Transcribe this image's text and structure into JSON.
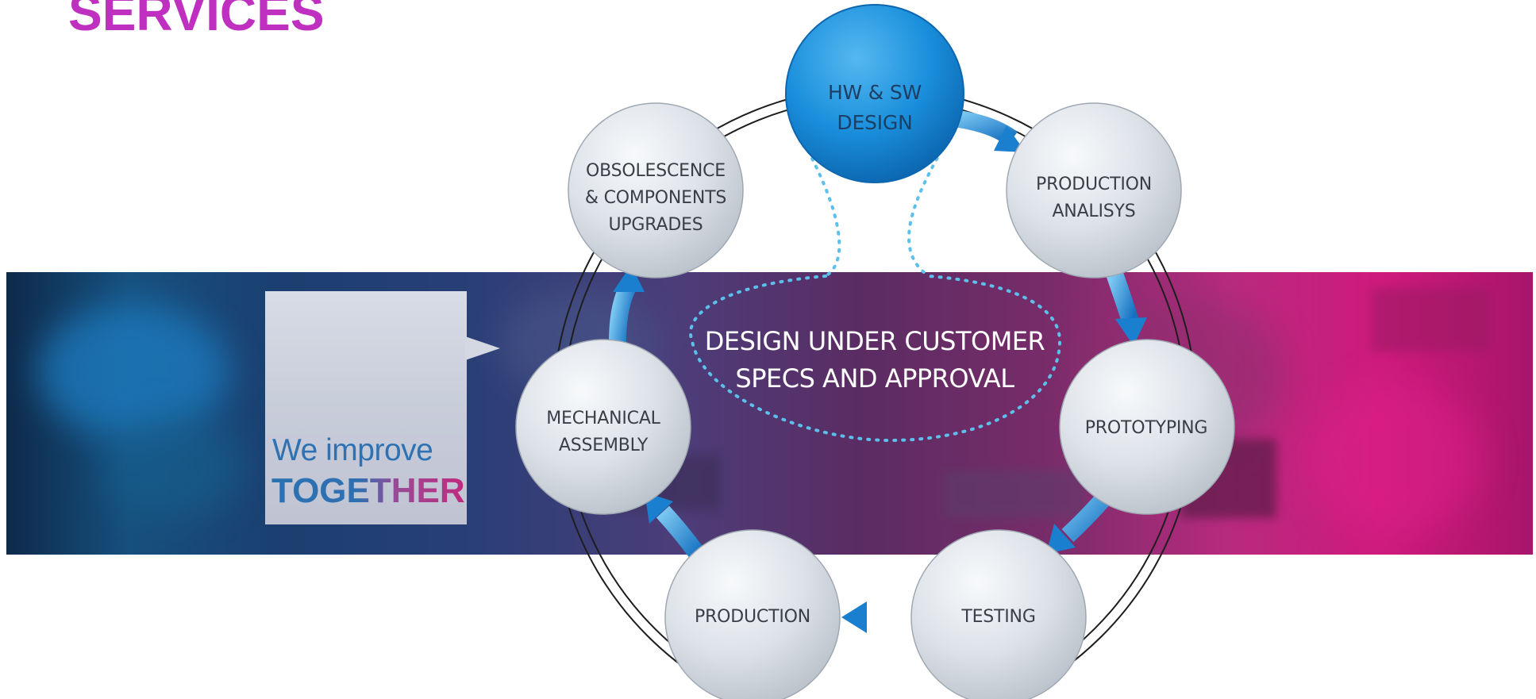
{
  "page": {
    "title": "SERVICES",
    "title_color": "#c030c0"
  },
  "tagline": {
    "line1": "We improve",
    "line2": "TOGETHER",
    "line1_color": "#2f72b3"
  },
  "diagram": {
    "type": "cycle",
    "center": "DESIGN UNDER CUSTOMER\nSPECS AND APPROVAL",
    "nodes": [
      {
        "id": "hw-sw-design",
        "label": "HW & SW\nDESIGN",
        "highlight": true
      },
      {
        "id": "production-analisys",
        "label": "PRODUCTION\nANALISYS"
      },
      {
        "id": "prototyping",
        "label": "PROTOTYPING"
      },
      {
        "id": "testing",
        "label": "TESTING"
      },
      {
        "id": "production",
        "label": "PRODUCTION"
      },
      {
        "id": "mechanical-assembly",
        "label": "MECHANICAL\nASSEMBLY"
      },
      {
        "id": "obsolescence",
        "label": "OBSOLESCENCE\n& COMPONENTS\nUPGRADES"
      }
    ],
    "flow": [
      [
        "hw-sw-design",
        "production-analisys"
      ],
      [
        "production-analisys",
        "prototyping"
      ],
      [
        "prototyping",
        "testing"
      ],
      [
        "testing",
        "production"
      ],
      [
        "production",
        "mechanical-assembly"
      ],
      [
        "mechanical-assembly",
        "obsolescence"
      ]
    ],
    "colors": {
      "arrow": "#1f8ad6",
      "highlight_node": "#1a8fdc",
      "node": "#dfe4ea",
      "dotted_line": "#5cc0ec"
    }
  }
}
